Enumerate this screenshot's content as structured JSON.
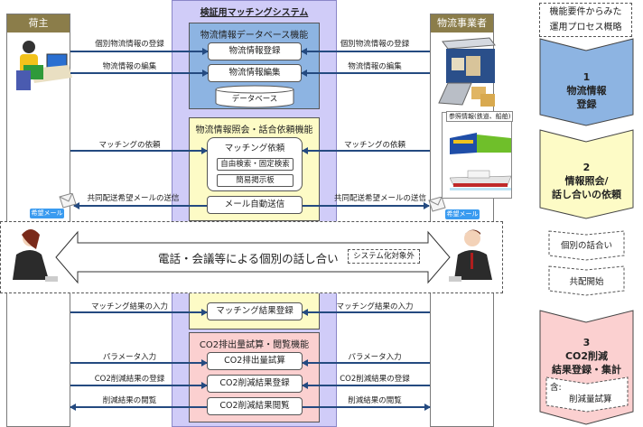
{
  "lanes": {
    "shipper": "荷主",
    "carrier": "物流事業者"
  },
  "system": {
    "title": "検証用マッチングシステム",
    "db_group": {
      "title": "物流情報データベース機能",
      "items": [
        "物流情報登録",
        "物流情報編集"
      ],
      "database": "データベース"
    },
    "match_group": {
      "title": "物流情報照会・話合依頼機能",
      "request_box": "マッチング依頼",
      "sub_items": [
        "自由検索・固定検索",
        "簡易掲示板"
      ],
      "mail": "メール自動送信"
    },
    "result_box": "マッチング結果登録",
    "co2_group": {
      "title": "CO2排出量試算・閲覧機能",
      "items": [
        "CO2排出量試算",
        "CO2削減結果登録",
        "CO2削減結果閲覧"
      ]
    }
  },
  "flows": {
    "register": "個別物流情報の登録",
    "edit": "物流情報の編集",
    "match_request": "マッチングの依頼",
    "mail_send": "共同配送希望メールの送信",
    "mail_tag": "希望メール",
    "match_result": "マッチング結果の入力",
    "param": "パラメータ入力",
    "co2_register": "CO2削減結果の登録",
    "view": "削減結果の閲覧"
  },
  "reference": {
    "title": "参照情報(鉄道、船舶)"
  },
  "meeting": {
    "text": "電話・会議等による個別の話し合い",
    "note": "システム化対象外"
  },
  "process": {
    "header": "機能要件からみた運用プロセス概略",
    "steps": [
      {
        "num": "1",
        "lines": [
          "物流情報",
          "登録"
        ],
        "color": "#8db4e2"
      },
      {
        "num": "2",
        "lines": [
          "情報照会/",
          "話し合いの依頼"
        ],
        "color": "#fdfbc6"
      },
      {
        "num": "3",
        "lines": [
          "CO2削減",
          "結果登録・集計"
        ],
        "color": "#fbd0d0"
      }
    ],
    "minor": [
      "個別の話合い",
      "共配開始"
    ],
    "includes_label": "含:",
    "includes_item": "削減量試算"
  }
}
